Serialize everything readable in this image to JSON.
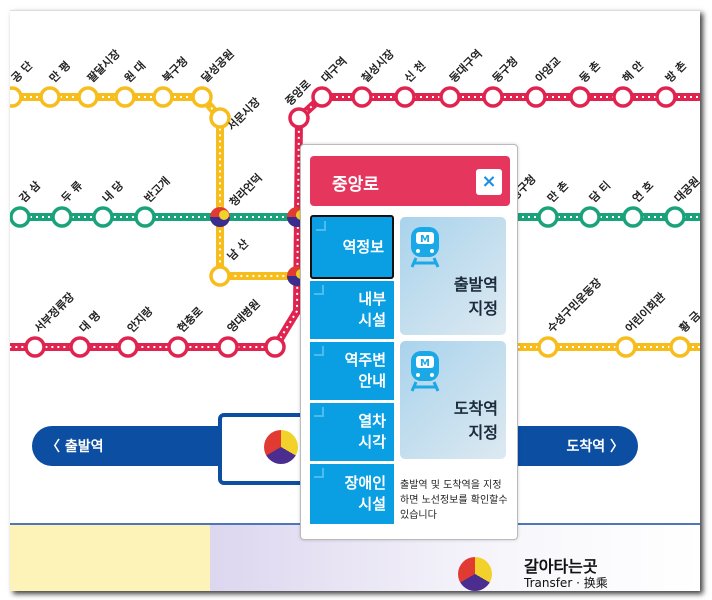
{
  "map": {
    "yellow_top_stations": [
      "공 단",
      "만 평",
      "팔달시장",
      "원 대",
      "북구청",
      "달성공원"
    ],
    "yellow_branch_stations": [
      "서문시장",
      "청라언덕",
      "남 산"
    ],
    "red_top_stations": [
      "중앙로",
      "대구역",
      "칠성시장",
      "신 천",
      "동대구역",
      "동구청",
      "아양교",
      "동 촌",
      "해 안",
      "방 촌"
    ],
    "green_left_stations": [
      "감 삼",
      "두 류",
      "내 당",
      "반고개"
    ],
    "green_right_stations": [
      "성구청",
      "만 촌",
      "담 티",
      "연 호",
      "대공원"
    ],
    "red_bottom_stations": [
      "서부정류장",
      "대 명",
      "안지랑",
      "현충로",
      "영대병원"
    ],
    "yellow_right_stations": [
      "수성구민운동장",
      "어린이회관",
      "황 금"
    ],
    "colors": {
      "line1": "#e0244f",
      "line2": "#1aa37a",
      "line3": "#f6bd1c"
    }
  },
  "nav": {
    "start_label": "〈  출발역",
    "end_label": "도착역  〉"
  },
  "legend": {
    "title": "갈아타는곳",
    "subtitle": "Transfer · 换乘"
  },
  "popup": {
    "station_name": "중앙로",
    "close_icon": "×",
    "tabs": [
      {
        "line1": "역정보",
        "line2": ""
      },
      {
        "line1": "내부",
        "line2": "시설"
      },
      {
        "line1": "역주변",
        "line2": "안내"
      },
      {
        "line1": "열차",
        "line2": "시각"
      },
      {
        "line1": "장애인",
        "line2": "시설"
      }
    ],
    "set_departure": {
      "line1": "출발역",
      "line2": "지정"
    },
    "set_arrival": {
      "line1": "도착역",
      "line2": "지정"
    },
    "hint": "출발역 및 도착역을 지정하면 노선정보를 확인할수 있습니다"
  }
}
